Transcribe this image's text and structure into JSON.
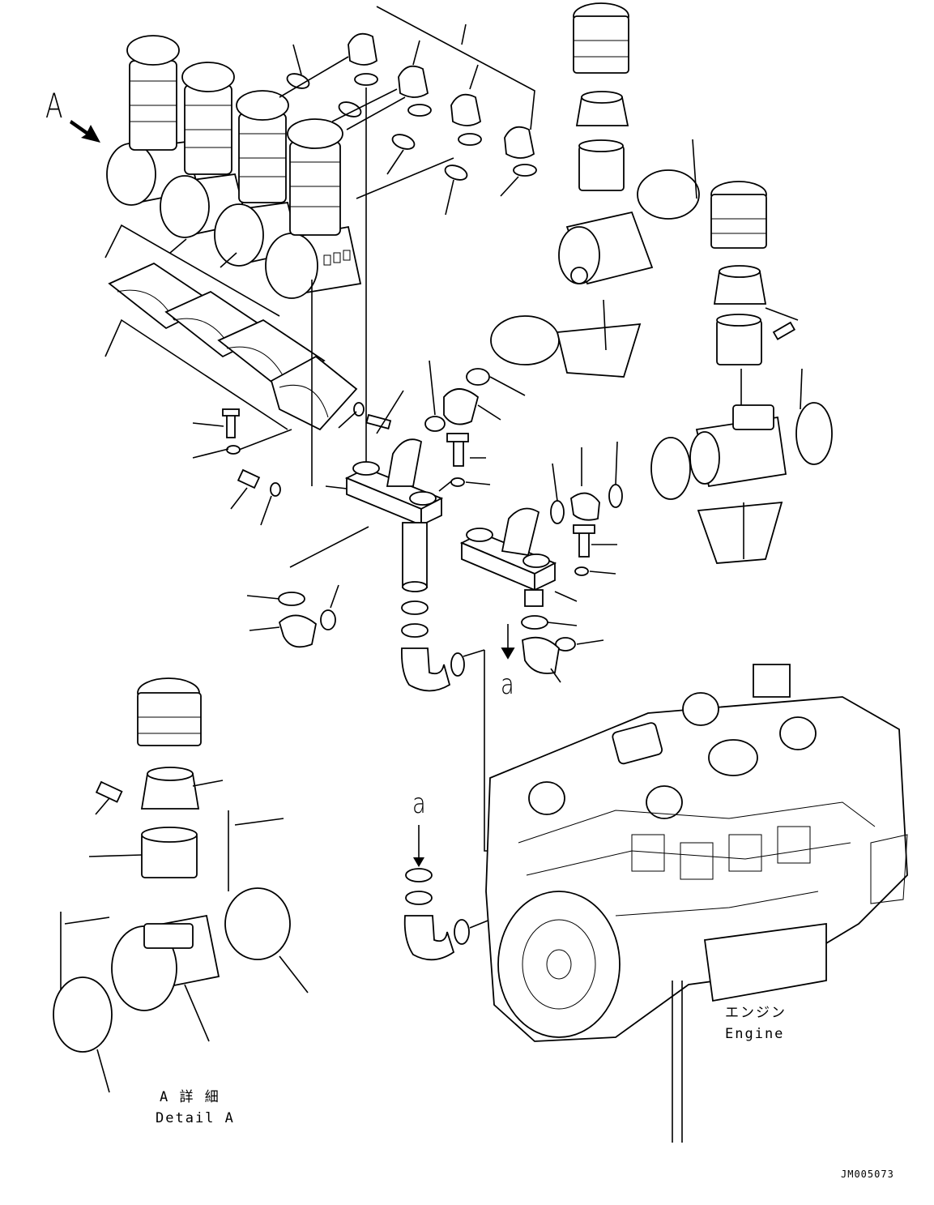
{
  "labels": {
    "view_marker_big": "A",
    "section_marker_top": "a",
    "section_marker_bottom": "a",
    "engine_jp": "エンジン",
    "engine_en": "Engine",
    "detail_jp": "A 詳 細",
    "detail_en": "Detail A",
    "drawing_code": "JM005073"
  },
  "colors": {
    "line": "#000000",
    "background": "#ffffff"
  },
  "icons": {
    "view_arrow": "arrow-icon"
  }
}
